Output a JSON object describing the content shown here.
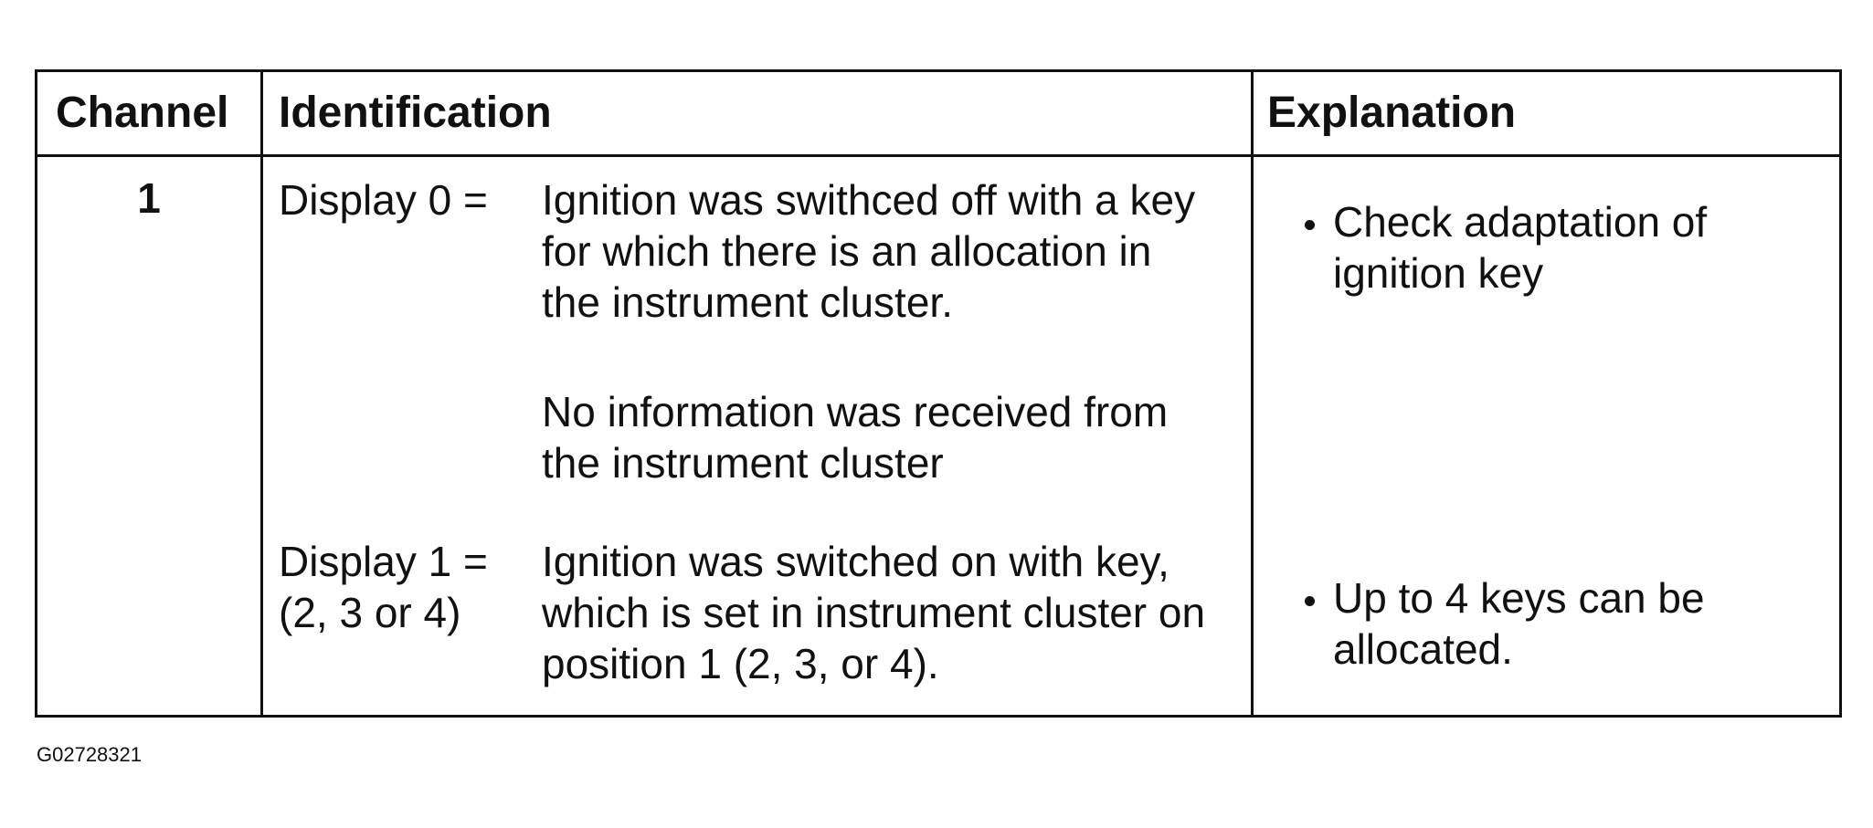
{
  "table": {
    "headers": {
      "channel": "Channel",
      "identification": "Identification",
      "explanation": "Explanation"
    },
    "row": {
      "channel": "1",
      "entries": [
        {
          "display_label": [
            "Display 0 ="
          ],
          "description_lines": [
            "Ignition was swithced off with a key",
            "for which there is an allocation in",
            "the instrument cluster."
          ]
        },
        {
          "display_label": [],
          "description_lines": [
            "No information was received from",
            "the instrument cluster"
          ]
        },
        {
          "display_label": [
            "Display 1 =",
            "(2, 3 or 4)"
          ],
          "description_lines": [
            "Ignition was switched on with key,",
            "which is set in instrument cluster on",
            "position 1 (2, 3, or 4)."
          ]
        }
      ],
      "explanations": [
        {
          "bullet": "bullet-icon",
          "lines": [
            "Check adaptation of",
            "ignition key"
          ]
        },
        {
          "bullet": "bullet-icon",
          "lines": [
            "Up to 4 keys can be",
            "allocated."
          ]
        }
      ]
    }
  },
  "figure_code": "G02728321"
}
